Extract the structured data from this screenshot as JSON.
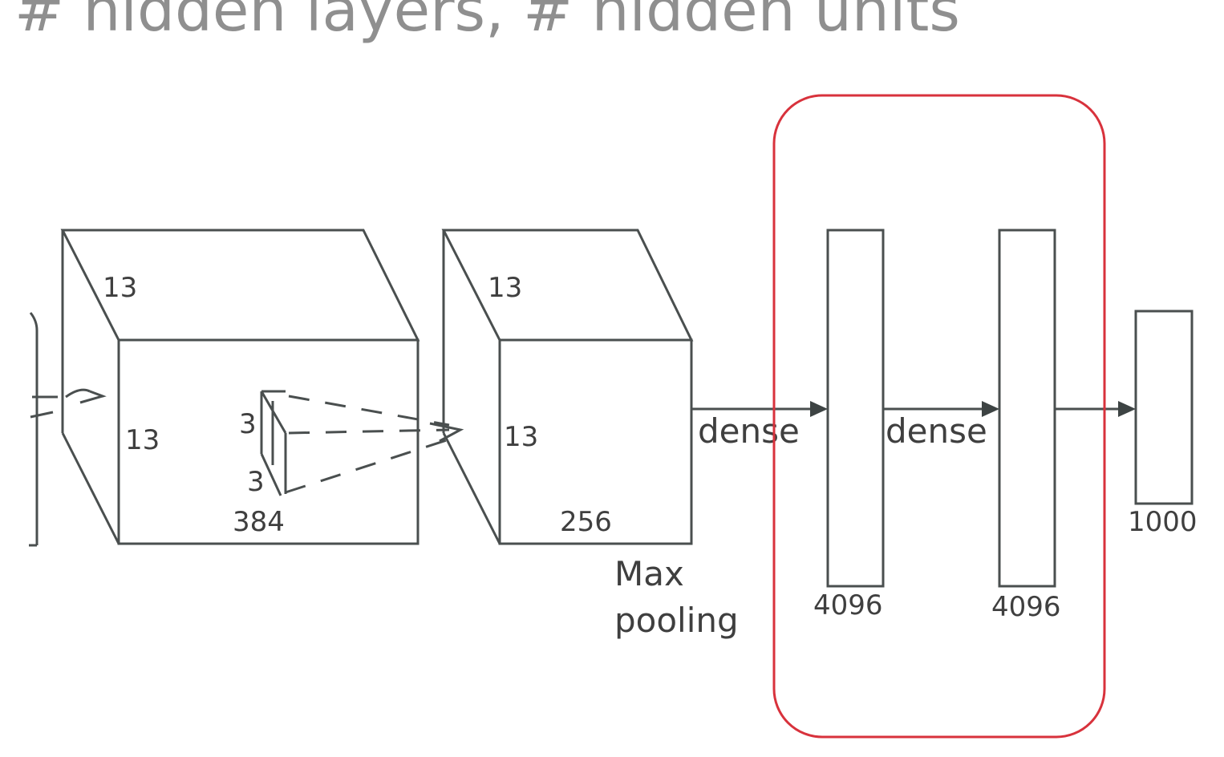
{
  "slide": {
    "title": "# hidden layers, # hidden units"
  },
  "diagram": {
    "block_left": {
      "depth_label": "13",
      "height_label": "13",
      "channels_label": "384",
      "kernel_h_label": "3",
      "kernel_w_label": "3"
    },
    "block_right": {
      "depth_label": "13",
      "height_label": "13",
      "channels_label": "256"
    },
    "max_pooling_line1": "Max",
    "max_pooling_line2": "pooling",
    "dense1_label": "dense",
    "dense2_label": "dense",
    "fc1_units": "4096",
    "fc2_units": "4096",
    "output_units": "1000",
    "highlight_color": "#d8323c"
  }
}
